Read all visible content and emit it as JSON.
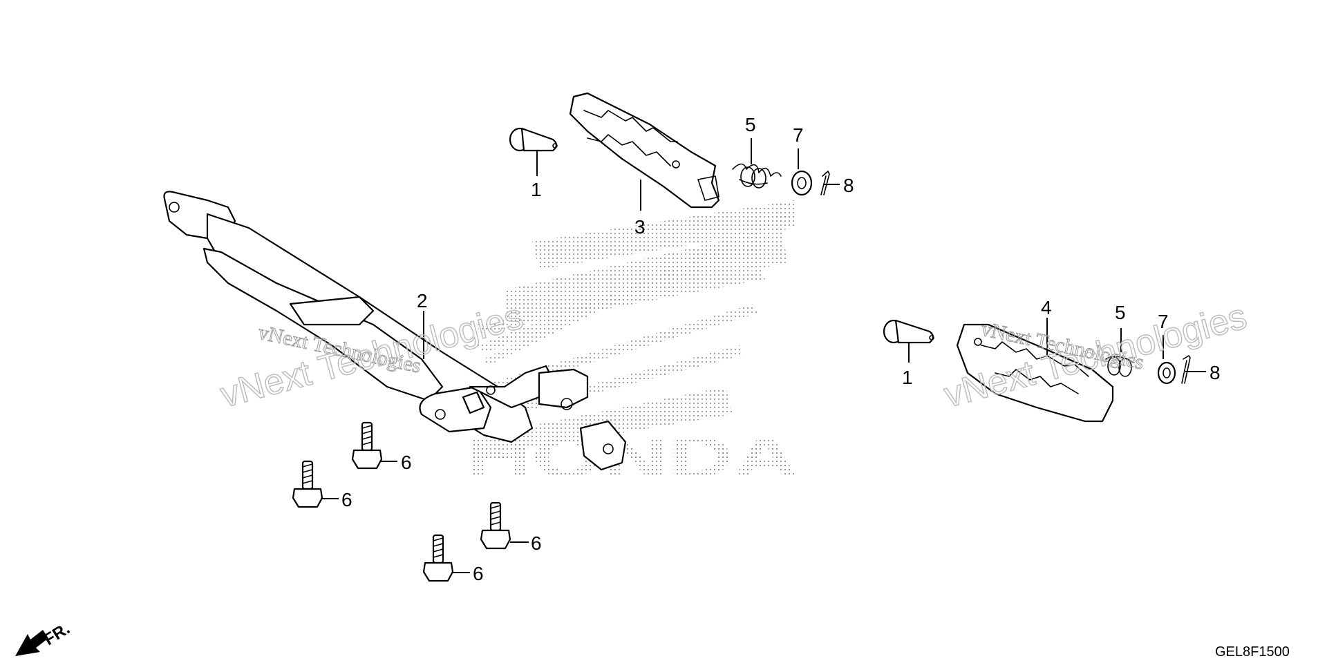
{
  "diagram": {
    "drawing_code": "GEL8F1500",
    "front_indicator": "FR.",
    "brand_mark": "HONDA",
    "watermarks": [
      {
        "line1": "vNext Technologies",
        "line2": "vNext Technologies"
      },
      {
        "line1": "vNext Technologies",
        "line2": "vNext Technologies"
      }
    ],
    "callouts": [
      {
        "label": "1"
      },
      {
        "label": "1"
      },
      {
        "label": "2"
      },
      {
        "label": "3"
      },
      {
        "label": "4"
      },
      {
        "label": "5"
      },
      {
        "label": "5"
      },
      {
        "label": "6"
      },
      {
        "label": "6"
      },
      {
        "label": "6"
      },
      {
        "label": "6"
      },
      {
        "label": "7"
      },
      {
        "label": "7"
      },
      {
        "label": "8"
      },
      {
        "label": "8"
      }
    ]
  }
}
